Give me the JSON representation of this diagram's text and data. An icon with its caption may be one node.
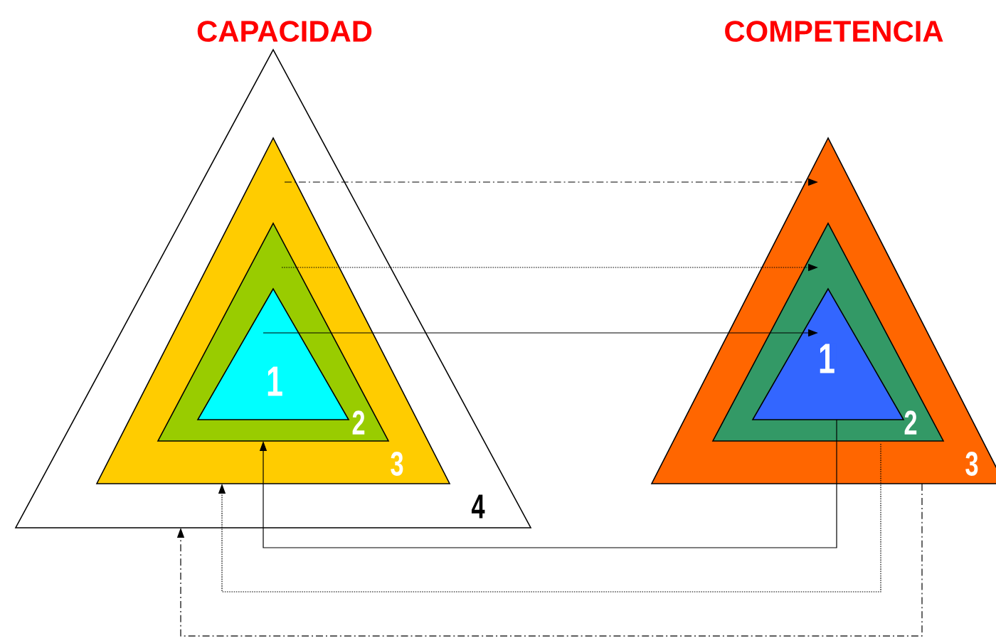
{
  "diagram": {
    "nodes": [
      {
        "text": [
          "4"
        ]
      },
      {
        "text": [
          "3"
        ],
        "in": 0
      },
      {
        "text": [
          "2"
        ],
        "in": 1
      },
      {
        "text": [
          "1"
        ],
        "in": 2
      },
      {
        "text": [
          "3"
        ]
      },
      {
        "text": [
          "2"
        ],
        "in": 4
      },
      {
        "text": [
          "1"
        ],
        "in": 5
      }
    ],
    "edges": [
      {
        "from": 1,
        "to": 4,
        "arrow": "to",
        "style": "dashed"
      },
      {
        "from": 2,
        "to": 5,
        "arrow": "to",
        "style": "dashed"
      },
      {
        "from": 3,
        "to": 6,
        "arrow": "to"
      },
      {
        "from": 6,
        "to": 2,
        "arrow": "to"
      },
      {
        "from": 5,
        "to": 1,
        "arrow": "to",
        "style": "dashed"
      },
      {
        "from": 4,
        "to": 0,
        "arrow": "to",
        "style": "dashed"
      }
    ],
    "labels": [
      "CAPACIDAD",
      "COMPETENCIA"
    ]
  }
}
